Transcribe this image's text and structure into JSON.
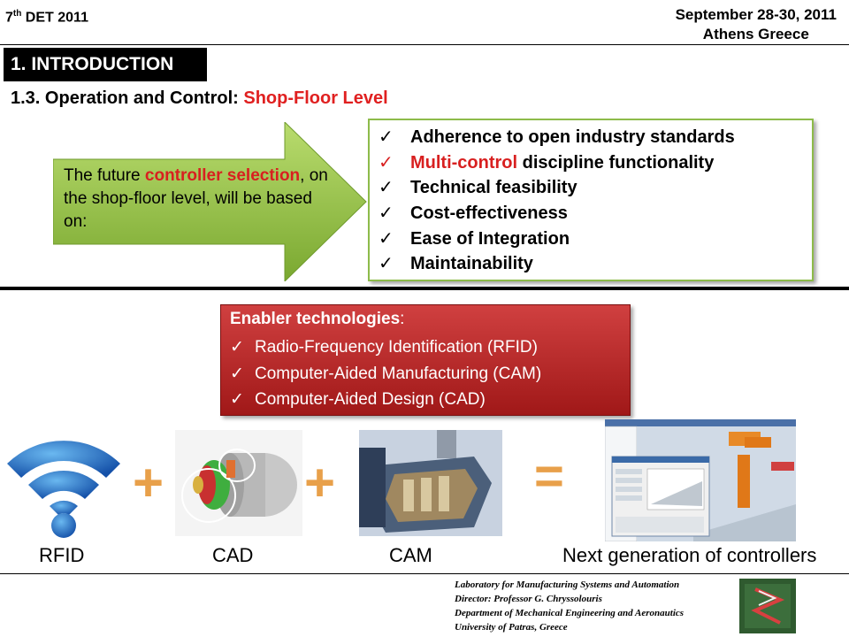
{
  "header": {
    "conference_prefix": "7",
    "conference_sup": "th",
    "conference_name": " DET 2011",
    "date_line": "September 28-30, 2011",
    "place_line": "Athens Greece"
  },
  "section_label": "1. INTRODUCTION",
  "subtitle": {
    "prefix": "1.3. Operation and Control: ",
    "highlight": "Shop-Floor Level"
  },
  "arrow_text": {
    "part1": "The future ",
    "highlight": "controller selection",
    "part2": ", on the shop-floor level, will be based on:"
  },
  "criteria": [
    {
      "check": "✓",
      "red": "",
      "text": "Adherence to open industry standards"
    },
    {
      "check": "✓",
      "red": "Multi-control",
      "text": " discipline functionality"
    },
    {
      "check": "✓",
      "red": "",
      "text": "Technical feasibility"
    },
    {
      "check": "✓",
      "red": "",
      "text": "Cost-effectiveness"
    },
    {
      "check": "✓",
      "red": "",
      "text": "Ease of Integration"
    },
    {
      "check": "✓",
      "red": "",
      "text": "Maintainability"
    }
  ],
  "enabler": {
    "title": "Enabler technologies",
    "title_suffix": ":",
    "items": [
      {
        "check": "✓",
        "text": "Radio-Frequency Identification (RFID)"
      },
      {
        "check": "✓",
        "text": "Computer-Aided Manufacturing (CAM)"
      },
      {
        "check": "✓",
        "text": "Computer-Aided Design (CAD)"
      }
    ]
  },
  "symbols": {
    "plus": "+",
    "equals": "="
  },
  "captions": {
    "rfid": "RFID",
    "cad": "CAD",
    "cam": "CAM",
    "next": "Next generation of controllers"
  },
  "footer": {
    "line1": "Laboratory for Manufacturing Systems and Automation",
    "line2": "Director: Professor G. Chryssolouris",
    "line3": "Department of Mechanical Engineering and Aeronautics",
    "line4": "University of Patras, Greece"
  },
  "colors": {
    "accent_red": "#e02020",
    "arrow_green": "#8ab83a",
    "plus_orange": "#e8a04a",
    "enabler_red": "#b82828"
  }
}
